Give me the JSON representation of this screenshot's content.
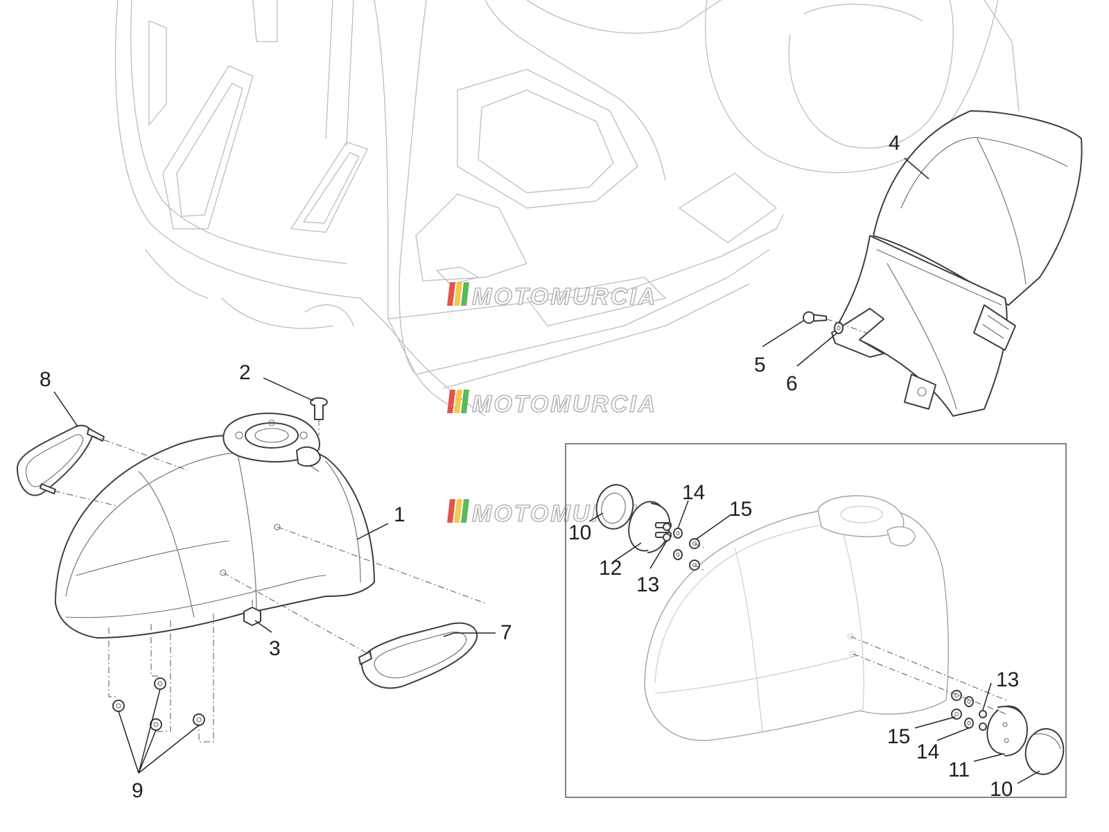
{
  "diagram": {
    "callouts": [
      {
        "label": "1"
      },
      {
        "label": "2"
      },
      {
        "label": "3"
      },
      {
        "label": "4"
      },
      {
        "label": "5"
      },
      {
        "label": "6"
      },
      {
        "label": "7"
      },
      {
        "label": "8"
      },
      {
        "label": "9"
      },
      {
        "label": "10"
      },
      {
        "label": "12"
      },
      {
        "label": "13"
      },
      {
        "label": "14"
      },
      {
        "label": "15"
      },
      {
        "label": "13"
      },
      {
        "label": "15"
      },
      {
        "label": "14"
      },
      {
        "label": "11"
      },
      {
        "label": "10"
      }
    ],
    "watermark": {
      "text": "MOTOMURCIA",
      "stripe_colors": [
        "#e5534b",
        "#f2c94c",
        "#5bb85d"
      ]
    }
  }
}
